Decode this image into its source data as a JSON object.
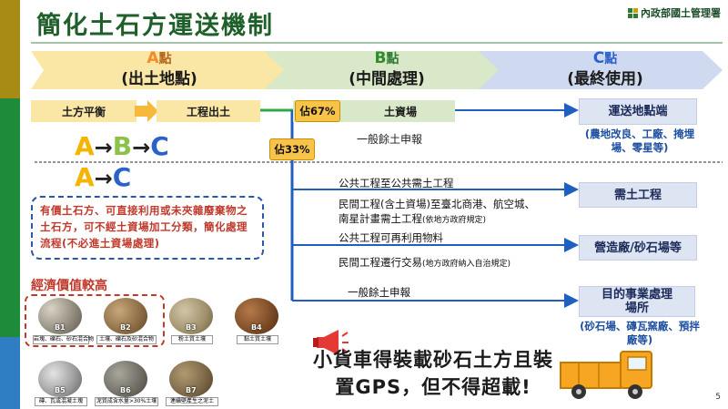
{
  "header": {
    "title": "簡化土石方運送機制",
    "logo_text": "內政部國土管理署",
    "page_number": "5"
  },
  "stages": [
    {
      "label_prefix": "A",
      "label_suffix": "點",
      "subtitle": "(出土地點)"
    },
    {
      "label_prefix": "B",
      "label_suffix": "點",
      "subtitle": "(中間處理)"
    },
    {
      "label_prefix": "C",
      "label_suffix": "點",
      "subtitle": "(最終使用)"
    }
  ],
  "flow": {
    "earth_balance": "土方平衡",
    "site_output": "工程出土",
    "pct_67": "佔67%",
    "pct_33": "佔33%",
    "soil_yard": "土資場",
    "general_residual_declaration": "一般餘土申報",
    "route_abc": {
      "a": "A",
      "arrow": "→",
      "b": "B",
      "c": "C"
    },
    "route_ac": {
      "a": "A",
      "arrow": "→",
      "c": "C"
    }
  },
  "note": {
    "part1": "有價土石方、可直接利用或未夾雜廢棄物之土石方，可不經土資場加工分類，簡化處理流程",
    "part2": "(不必進土資場處理)"
  },
  "economic_label": "經濟價值較高",
  "soil_samples": [
    {
      "id": "B1",
      "caption": "岩塊、礫石、砂石混合物"
    },
    {
      "id": "B2",
      "caption": "土壤、礫石及砂混合物"
    },
    {
      "id": "B3",
      "caption": "粉土質土壤"
    },
    {
      "id": "B4",
      "caption": "黏土質土壤"
    },
    {
      "id": "B5",
      "caption": "磚、瓦或混凝土塊"
    },
    {
      "id": "B6",
      "caption": "泥質成含水量>30%土壤"
    },
    {
      "id": "B7",
      "caption": "連續壁產生之泥土"
    }
  ],
  "routes": [
    {
      "text": "公共工程至公共需土工程",
      "note": ""
    },
    {
      "text": "民間工程(含土資場)至臺北商港、航空城、南星計畫需土工程",
      "note": "(依地方政府規定)"
    },
    {
      "text": "公共工程可再利用物料",
      "note": ""
    },
    {
      "text": "民間工程遷行交易",
      "note": "(地方政府納入自治規定)"
    },
    {
      "text": "一般餘土申報",
      "note": ""
    }
  ],
  "destinations": {
    "transport": {
      "title": "運送地點端",
      "desc": "(農地改良、工廠、掩埋場、零星等)"
    },
    "demand": {
      "title": "需土工程"
    },
    "construction": {
      "title": "營造廠/砂石場等"
    },
    "designated": {
      "title": "目的事業處理場所",
      "desc": "(砂石場、磚瓦窯廠、預拌廠等)"
    }
  },
  "truck_notice": "小貨車得裝載砂石土方且裝置GPS，但不得超載!",
  "colors": {
    "title_green": "#1f5f2a",
    "stage_a_chevron": "#fbe7a5",
    "stage_b_chevron": "#d8e8c8",
    "stage_c_chevron": "#cfd9ef",
    "highlight_red": "#c0392b",
    "blue_text": "#1d4fa0",
    "pct_yellow": "#f7c34a",
    "arrow_blue": "#1f5fbf"
  }
}
